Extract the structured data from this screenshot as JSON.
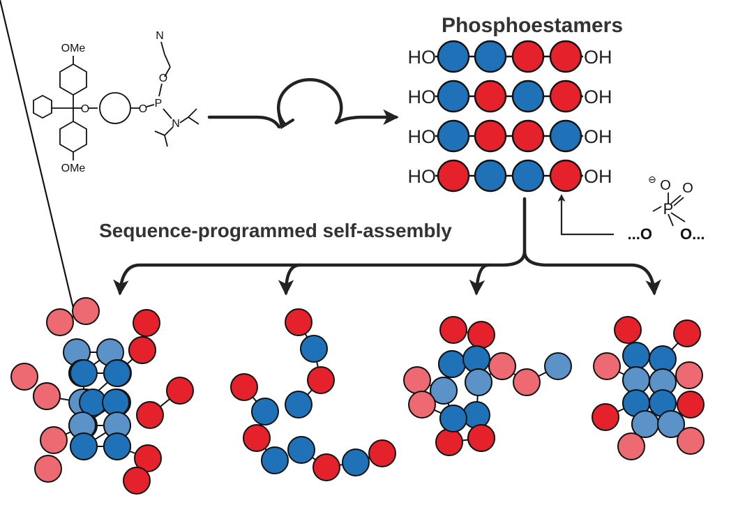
{
  "title": "Phosphoestamers",
  "subtitle": "Sequence-programmed self-assembly",
  "chain_end_left": "HO",
  "chain_end_right": "OH",
  "sequences": [
    [
      "blue",
      "blue",
      "red",
      "red"
    ],
    [
      "blue",
      "red",
      "blue",
      "red"
    ],
    [
      "blue",
      "red",
      "red",
      "blue"
    ],
    [
      "red",
      "blue",
      "blue",
      "red"
    ]
  ],
  "monomer": {
    "methoxy_top": "OMe",
    "methoxy_bottom": "OMe",
    "oxygen_1": "O",
    "oxygen_2": "O",
    "phosphorus": "P",
    "oxygen_3": "O",
    "nitrogen_amine": "N",
    "nitrogen_nitrile": "N"
  },
  "phosphate": {
    "charge": "⊖",
    "oxygen_top_left": "O",
    "oxygen_top_right": "O",
    "phosphorus": "P",
    "oxygen_left": "...O",
    "oxygen_right": "O..."
  },
  "colors": {
    "blue": "#1f72b8",
    "red": "#e5222c",
    "light_blue": "#5b93c9",
    "light_red": "#ee6a72",
    "outline": "#111111",
    "text": "#333333"
  }
}
